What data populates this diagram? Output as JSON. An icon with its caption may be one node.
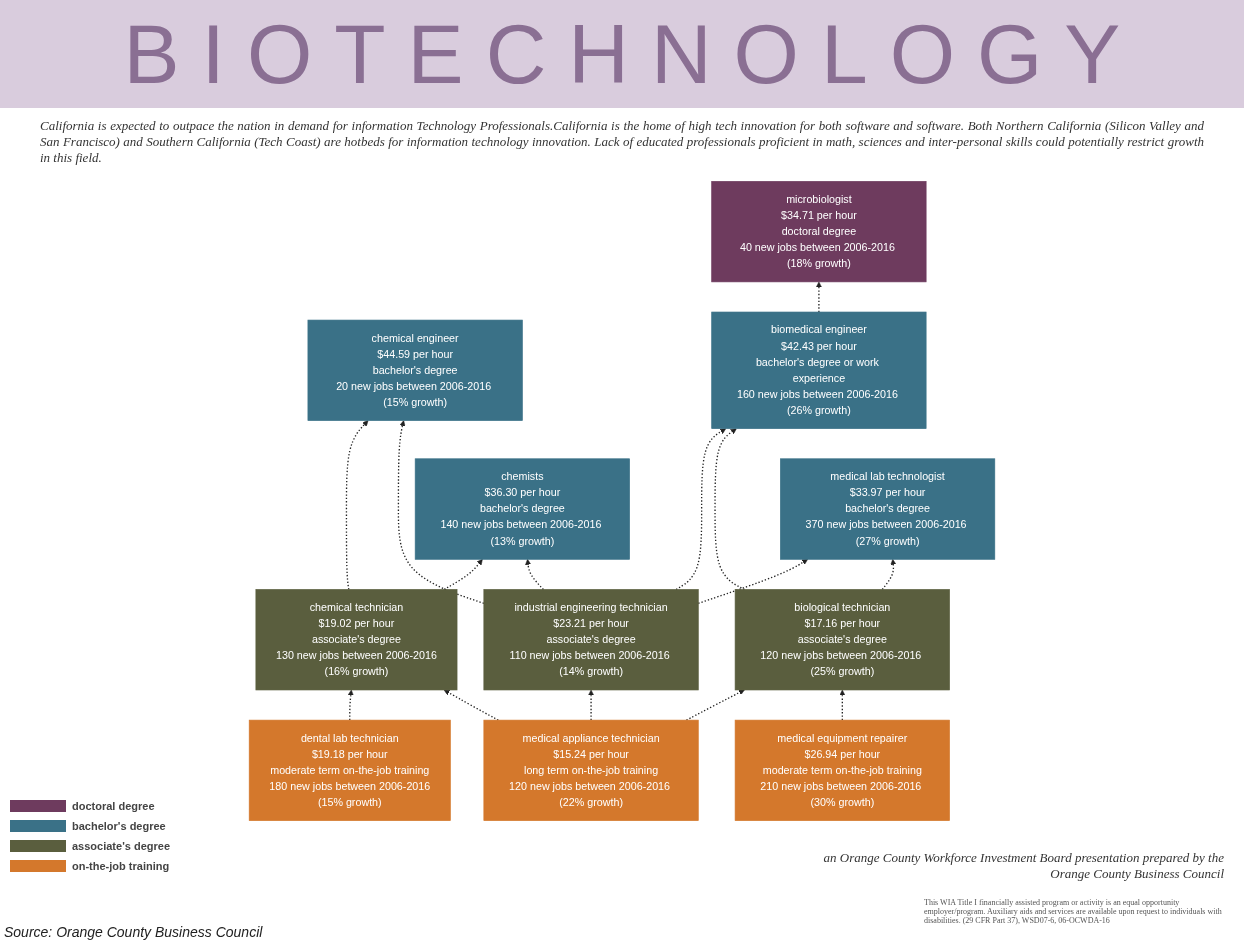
{
  "diagram": {
    "title": "BIOTECHNOLOGY",
    "caption": "Source: Orange County Business Council",
    "nodes": [
      {
        "text": [
          "microbiologist",
          "$34.71 per hour",
          "doctoral degree",
          "40 new jobs between 2006-2016 (18% growth)"
        ]
      },
      {
        "text": [
          "chemical engineer",
          "$44.59 per hour",
          "bachelor's degree",
          "20 new jobs between 2006-2016 (15% growth)"
        ]
      },
      {
        "text": [
          "biomedical engineer",
          "$42.43 per hour",
          "bachelor's degree or work experience",
          "160 new jobs between 2006-2016 (26% growth)"
        ]
      },
      {
        "text": [
          "chemists",
          "$36.30 per hour",
          "bachelor's degree",
          "140 new jobs between 2006-2016 (13% growth)"
        ]
      },
      {
        "text": [
          "medical lab technologist",
          "$33.97 per hour",
          "bachelor's degree",
          "370 new jobs between 2006-2016 (27% growth)"
        ]
      },
      {
        "text": [
          "industrial engineering technician",
          "$23.21 per hour",
          "associate's degree",
          "110 new jobs between 2006-2016 (14% growth)"
        ]
      },
      {
        "text": [
          "chemical technician",
          "$19.02 per hour",
          "associate's degree",
          "130 new jobs between 2006-2016",
          "(16% growth)"
        ]
      },
      {
        "text": [
          "biological technician",
          "$17.16 per hour",
          "associate's degree",
          "120 new jobs between 2006-2016 (25% growth)"
        ]
      },
      {
        "text": [
          "dental lab technician",
          "$19.18 per hour",
          "moderate term on-the-job training",
          "180 new jobs between 2006-2016",
          "(15% growth)"
        ]
      },
      {
        "text": [
          "medical equipment repairer",
          "$26.94 per hour",
          "moderate term on-the-job training",
          "210 new jobs between 2006-2016 (30% growth)"
        ]
      },
      {
        "text": [
          "medical appliance technician",
          "$15.24 per hour",
          "long term on-the-job training",
          "120 new jobs between 2006-2016 (22% growth)"
        ]
      }
    ],
    "edges": [
      {
        "from": 8,
        "to": 6,
        "arrow": "to",
        "style": "dashed"
      },
      {
        "from": 10,
        "to": 6,
        "arrow": "to",
        "style": "dashed"
      },
      {
        "from": 10,
        "to": 5,
        "arrow": "to",
        "style": "dashed"
      },
      {
        "from": 10,
        "to": 7,
        "arrow": "to",
        "style": "dashed"
      },
      {
        "from": 9,
        "to": 7,
        "arrow": "to",
        "style": "dashed"
      },
      {
        "from": 6,
        "to": 1,
        "arrow": "to",
        "style": "dashed"
      },
      {
        "from": 6,
        "to": 3,
        "arrow": "to",
        "style": "dashed"
      },
      {
        "from": 5,
        "to": 3,
        "arrow": "to",
        "style": "dashed"
      },
      {
        "from": 5,
        "to": 4,
        "arrow": "to",
        "style": "dashed"
      },
      {
        "from": 5,
        "to": 1,
        "arrow": "to",
        "style": "dashed"
      },
      {
        "from": 5,
        "to": 2,
        "arrow": "to",
        "style": "dashed"
      },
      {
        "from": 2,
        "to": 0,
        "arrow": "to",
        "style": "dashed"
      },
      {
        "from": 7,
        "to": 4,
        "arrow": "to",
        "style": "dashed"
      },
      {
        "from": 7,
        "to": 2,
        "arrow": "to",
        "style": "dashed"
      }
    ],
    "labels": [
      "California is expected to outpace the nation in demand for information Technology Professionals.California is the home of high tech innovation for both software and software. Both Northern California (Silicon Valley and San Francisco) and Southern California (Tech Coast) are hotbeds for information technology innovation. Lack of educated professionals proficient in math, sciences and inter-personal skills could potentially restrict growth in this field.",
      "an Orange County Workforce Investment Board presentation prepared by the Orange County Business Council",
      "This WIA Title I financially assisted program or activity is an equal opportunity employer/program. Auxiliary aids and services are available upon request to individuals with disabilities. (29 CFR Part 37), WSD07-6, 06-OCWDA-16"
    ],
    "legend": [
      {
        "text": "doctoral degree",
        "color": "#6e3b5e"
      },
      {
        "text": "bachelor's degree",
        "color": "#3a7187"
      },
      {
        "text": "associate's degree",
        "color": "#5a5e3e"
      },
      {
        "text": "on-the-job training",
        "color": "#d4782c"
      }
    ]
  }
}
